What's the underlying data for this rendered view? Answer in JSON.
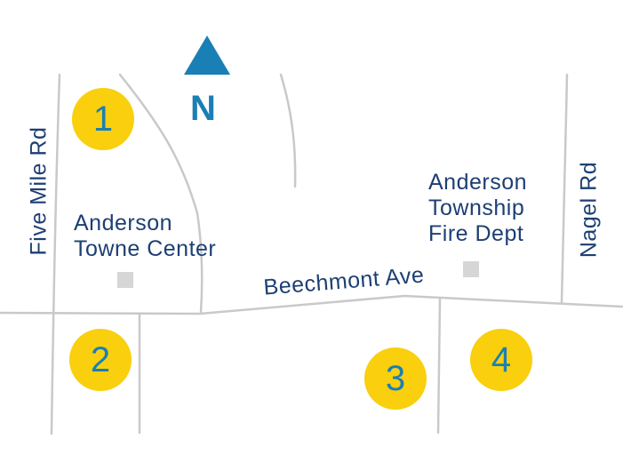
{
  "colors": {
    "road": "#c9c9c9",
    "label": "#1d3f73",
    "accent": "#1a7fb5",
    "marker": "#f9cf0e",
    "landmark": "#d6d6d6"
  },
  "compass": {
    "letter": "N",
    "icon": "north-arrow-icon"
  },
  "roads": {
    "five_mile": "Five Mile Rd",
    "beechmont": "Beechmont Ave",
    "nagel": "Nagel Rd"
  },
  "places": {
    "towne_center": [
      "Anderson",
      "Towne Center"
    ],
    "fire_dept": [
      "Anderson",
      "Township",
      "Fire Dept"
    ]
  },
  "markers": [
    "1",
    "2",
    "3",
    "4"
  ]
}
